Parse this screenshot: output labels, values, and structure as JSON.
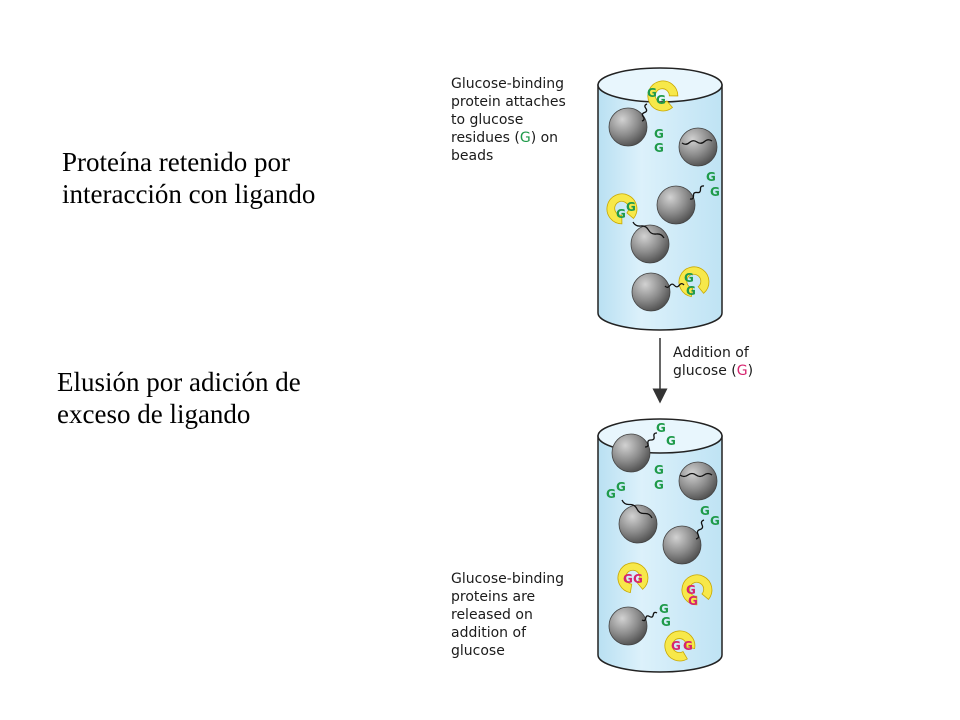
{
  "left_text": {
    "retention_line1": "Proteína retenido por",
    "retention_line2": "interacción con ligando",
    "elution_line1": "Elusión por adición de",
    "elution_line2": "exceso de ligando"
  },
  "figure": {
    "top_label": {
      "line1": "Glucose-binding",
      "line2": "protein attaches",
      "line3": "to glucose",
      "line4_pre": "residues (",
      "line4_g": "G",
      "line4_post": ") on",
      "line5": "beads"
    },
    "arrow_label": {
      "line1": "Addition of",
      "line2_pre": "glucose (",
      "line2_g": "G",
      "line2_post": ")"
    },
    "bottom_label": {
      "line1": "Glucose-binding",
      "line2": "proteins are",
      "line3": "released on",
      "line4": "addition of",
      "line5": "glucose"
    },
    "glucose_symbol": "G",
    "colors": {
      "column_fill": "#cdeaf7",
      "bead": "#8a8a8a",
      "protein": "#f7e84a",
      "glucose_bound": "#1f9a4a",
      "glucose_free": "#d6246e"
    }
  }
}
